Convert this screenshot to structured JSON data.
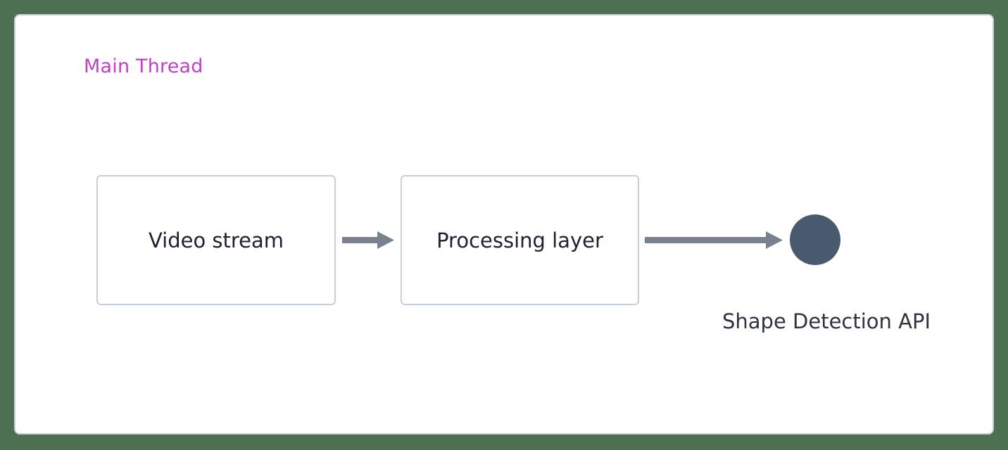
{
  "diagram": {
    "background_color": "#4d7052",
    "frame": {
      "name": "main-thread-container",
      "background_color": "#ffffff",
      "border_color": "#c5d0da",
      "label": "Main Thread",
      "label_color": "#c13fc9"
    },
    "nodes": [
      {
        "id": "video-stream",
        "label": "Video stream",
        "shape": "rounded-rectangle",
        "fill": "#ffffff",
        "border_color": "#c5d0da",
        "text_color": "#1b2230"
      },
      {
        "id": "processing-layer",
        "label": "Processing layer",
        "shape": "rounded-rectangle",
        "fill": "#ffffff",
        "border_color": "#c5d0da",
        "text_color": "#1b2230"
      },
      {
        "id": "shape-detection-api",
        "label": "Shape Detection API",
        "shape": "circle",
        "fill": "#4a5a6e",
        "text_color": "#2b3440"
      }
    ],
    "edges": [
      {
        "id": "edge-video-to-processing",
        "from": "video-stream",
        "to": "processing-layer",
        "style": "solid-arrow",
        "color": "#78828f",
        "label": ""
      },
      {
        "id": "edge-processing-to-api",
        "from": "processing-layer",
        "to": "shape-detection-api",
        "style": "solid-arrow",
        "color": "#78828f",
        "label": ""
      }
    ]
  }
}
